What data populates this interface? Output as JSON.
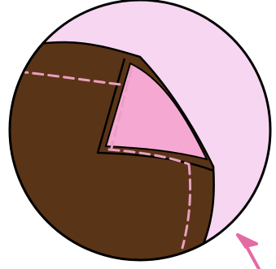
{
  "illustration": {
    "subject": "sewing-detail-magnifier",
    "colors": {
      "background": "#ffffff",
      "circle_fill": "#f6d6f1",
      "fabric_brown": "#5a3416",
      "corner_pink": "#f5a8d2",
      "stitch_pink": "#e8a0c0",
      "arrow_pink": "#e46aa4",
      "outline": "#000000"
    },
    "icons": [
      "magnifier-circle",
      "stitch-line",
      "pointer-arrow"
    ]
  }
}
